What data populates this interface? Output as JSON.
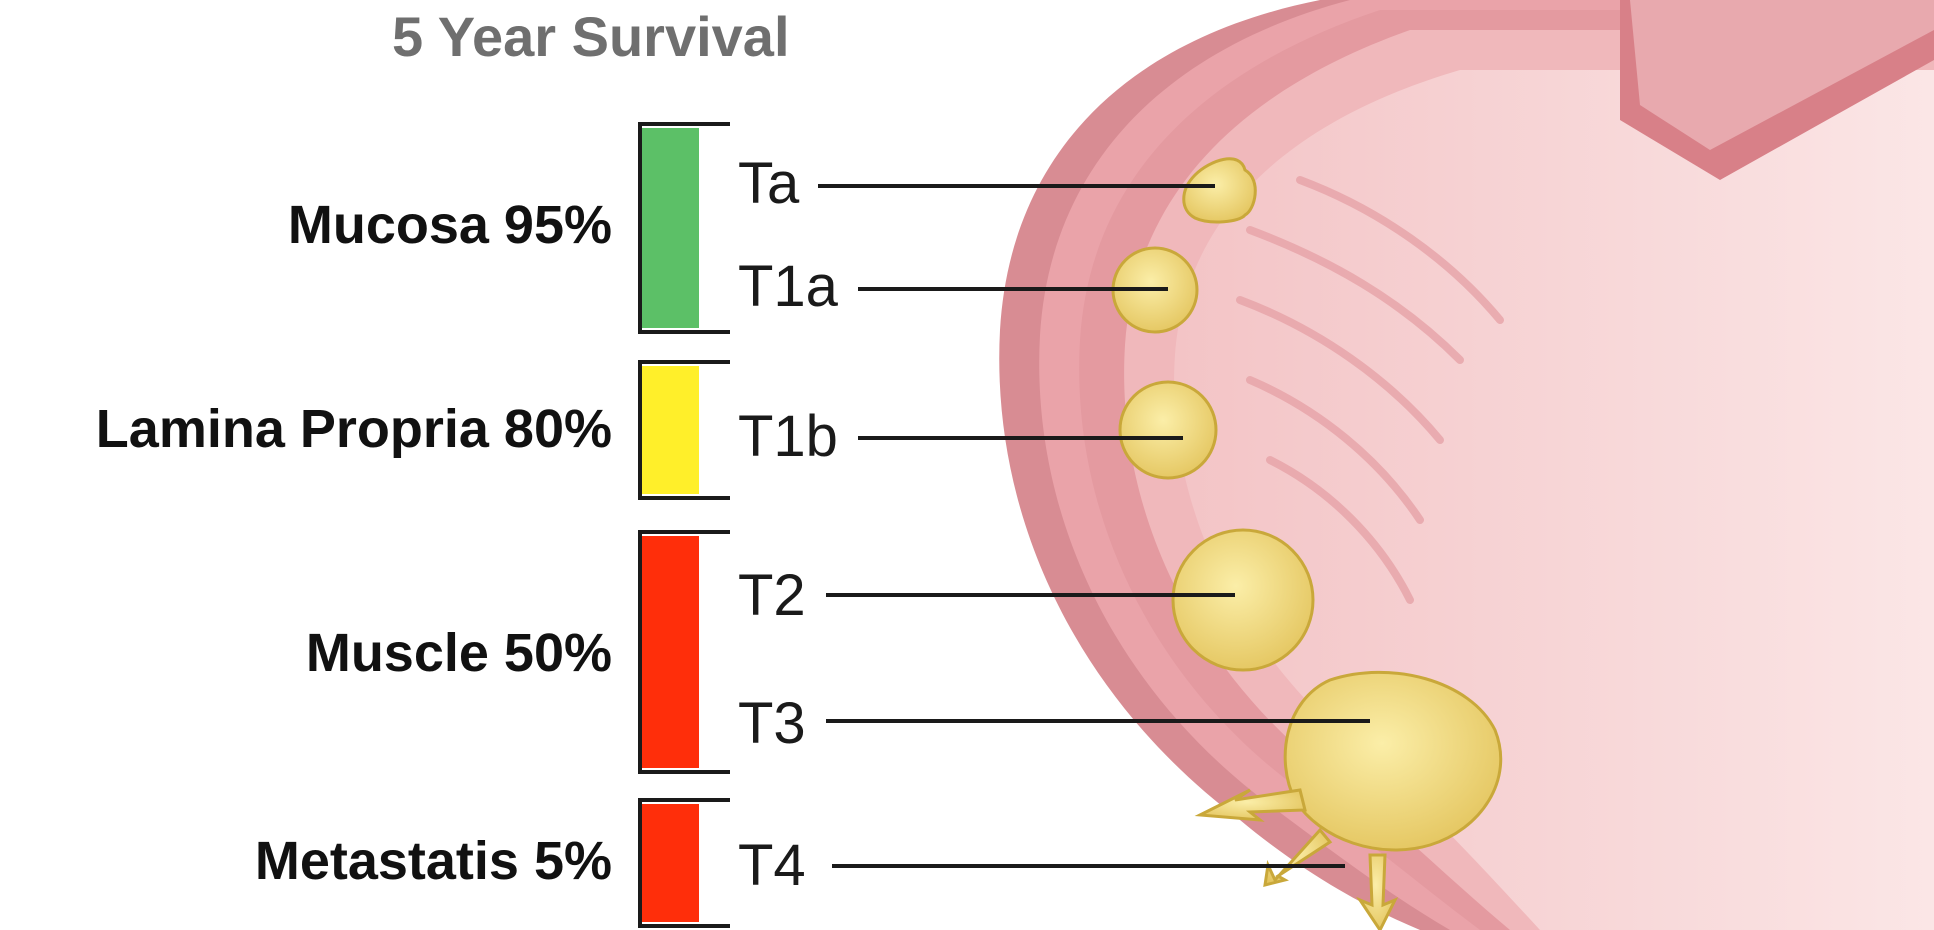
{
  "title": "5 Year Survival",
  "groups": [
    {
      "label": "Mucosa 95%",
      "color": "#5cc067"
    },
    {
      "label": "Lamina Propria 80%",
      "color": "#ffef2a"
    },
    {
      "label": "Muscle 50%",
      "color": "#ff2e0a"
    },
    {
      "label": "Metastatis 5%",
      "color": "#ff2e0a"
    }
  ],
  "stages": [
    "Ta",
    "T1a",
    "T1b",
    "T2",
    "T3",
    "T4"
  ],
  "colors": {
    "tissue_outer": "#e8a4a8",
    "tissue_inner": "#f7cfd0",
    "lumen": "#fbe3e3",
    "tumor": "#f2d97a",
    "tumor_edge": "#c9a83a"
  }
}
